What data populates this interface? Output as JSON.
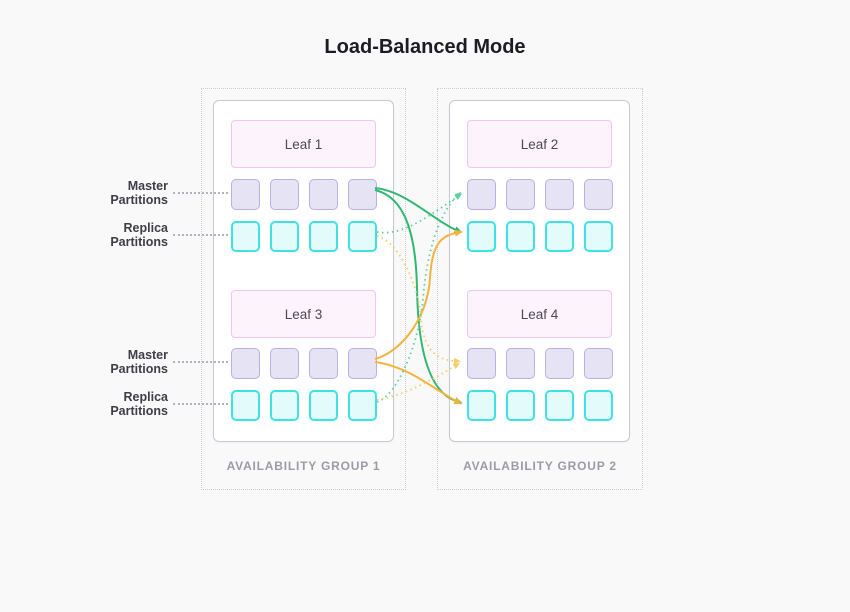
{
  "title": "Load-Balanced Mode",
  "groups": [
    {
      "caption": "AVAILABILITY GROUP 1",
      "leaves": [
        {
          "label": "Leaf 1"
        },
        {
          "label": "Leaf 3"
        }
      ]
    },
    {
      "caption": "AVAILABILITY GROUP 2",
      "leaves": [
        {
          "label": "Leaf 2"
        },
        {
          "label": "Leaf 4"
        }
      ]
    }
  ],
  "row_labels": {
    "master": {
      "line1": "Master",
      "line2": "Partitions"
    },
    "replica": {
      "line1": "Replica",
      "line2": "Partitions"
    }
  },
  "partitions_per_row": 4,
  "colors": {
    "solid_green": "#2eb872",
    "dotted_green": "#5fcf9e",
    "solid_orange": "#f3b33d",
    "dotted_orange": "#f6cb68",
    "master_fill": "#e6e3f4",
    "master_border": "#b8b2df",
    "replica_fill": "#e3fcfb",
    "replica_border": "#3fe2e2",
    "leaf_fill": "#fdf3fd",
    "leaf_border": "#f3c6ef",
    "caption_gray": "#9c9aa9"
  },
  "connections": [
    {
      "from": "Leaf 1 master partitions",
      "to": "Leaf 2 replica partitions",
      "line": "solid",
      "color": "green"
    },
    {
      "from": "Leaf 1 master partitions",
      "to": "Leaf 4 replica partitions",
      "line": "solid",
      "color": "green"
    },
    {
      "from": "Leaf 3 master partitions",
      "to": "Leaf 2 replica partitions",
      "line": "solid",
      "color": "orange"
    },
    {
      "from": "Leaf 3 master partitions",
      "to": "Leaf 4 replica partitions",
      "line": "solid",
      "color": "orange"
    },
    {
      "from": "Leaf 1 replica partitions",
      "to": "Leaf 2 master partitions",
      "line": "dotted",
      "color": "green"
    },
    {
      "from": "Leaf 3 replica partitions",
      "to": "Leaf 2 master partitions",
      "line": "dotted",
      "color": "green"
    },
    {
      "from": "Leaf 1 replica partitions",
      "to": "Leaf 4 master partitions",
      "line": "dotted",
      "color": "orange"
    },
    {
      "from": "Leaf 3 replica partitions",
      "to": "Leaf 4 master partitions",
      "line": "dotted",
      "color": "orange"
    }
  ]
}
